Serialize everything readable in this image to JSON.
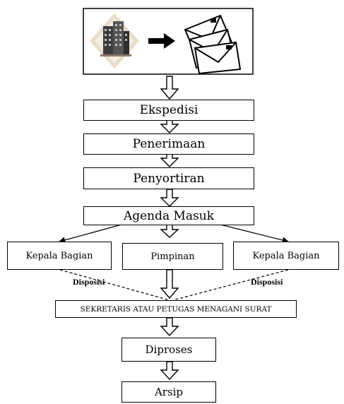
{
  "steps": {
    "ekspedisi": "Ekspedisi",
    "penerimaan": "Penerimaan",
    "penyortiran": "Penyortiran",
    "agenda_masuk": "Agenda Masuk",
    "kepala_bagian_left": "Kepala Bagian",
    "pimpinan": "Pimpinan",
    "kepala_bagian_right": "Kepala Bagian",
    "sekretaris": "SEKRETARIS ATAU PETUGAS MENAGANI SURAT",
    "diproses": "Diproses",
    "arsip": "Arsip"
  },
  "labels": {
    "disposisi_left": "Disposisi",
    "disposisi_right": "Disposisi"
  },
  "icons": {
    "building": "office-building-icon",
    "arrow": "right-arrow-icon",
    "letters": "envelopes-icon"
  }
}
